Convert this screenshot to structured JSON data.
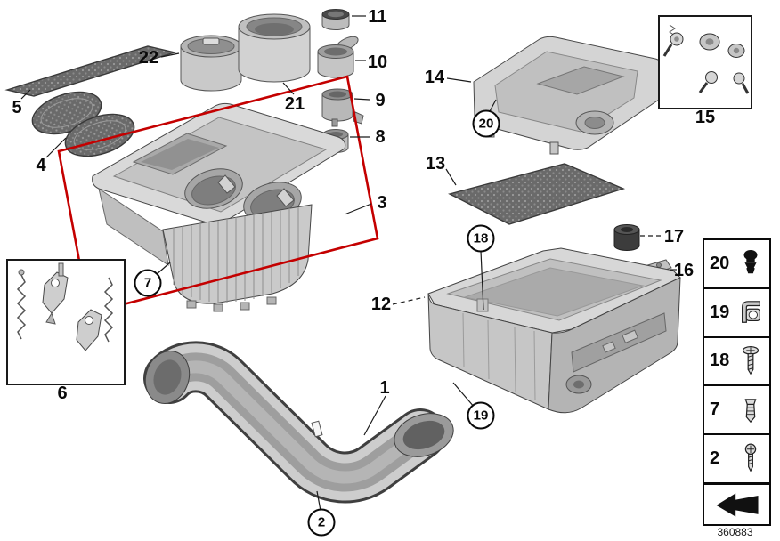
{
  "figure": {
    "number": "360883"
  },
  "callouts": {
    "c1": "1",
    "c2": "2",
    "c3": "3",
    "c4": "4",
    "c5": "5",
    "c6": "6",
    "c7": "7",
    "c8": "8",
    "c9": "9",
    "c10": "10",
    "c11": "11",
    "c12": "12",
    "c13": "13",
    "c14": "14",
    "c15": "15",
    "c16": "16",
    "c17": "17",
    "c18": "18",
    "c19": "19",
    "c20": "20",
    "c21": "21",
    "c22": "22"
  },
  "legend": {
    "rows": [
      {
        "number": "20",
        "icon": "grommet-plug-icon"
      },
      {
        "number": "19",
        "icon": "sheet-metal-nut-icon"
      },
      {
        "number": "18",
        "icon": "self-tapping-screw-icon"
      },
      {
        "number": "7",
        "icon": "expansion-clip-icon"
      },
      {
        "number": "2",
        "icon": "pan-head-screw-icon"
      }
    ]
  },
  "colors": {
    "highlight_box": "#c40000",
    "line": "#1a1a1a",
    "part_fill": "#d4d4d4"
  }
}
